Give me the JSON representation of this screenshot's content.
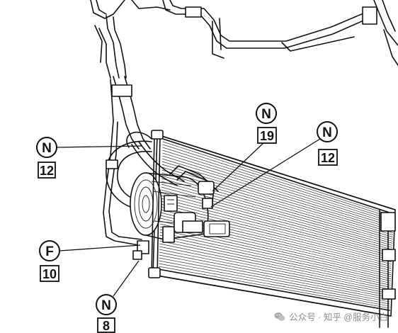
{
  "callouts": [
    {
      "id": "left-upper",
      "letter": "N",
      "number": "12"
    },
    {
      "id": "center-top",
      "letter": "N",
      "number": "19"
    },
    {
      "id": "right",
      "letter": "N",
      "number": "12"
    },
    {
      "id": "left-middle",
      "letter": "F",
      "number": "10"
    },
    {
      "id": "bottom",
      "letter": "N",
      "number": "8"
    }
  ],
  "watermark": {
    "text": "公众号 · 知乎 @服务小白",
    "icon": "wechat-icon"
  }
}
